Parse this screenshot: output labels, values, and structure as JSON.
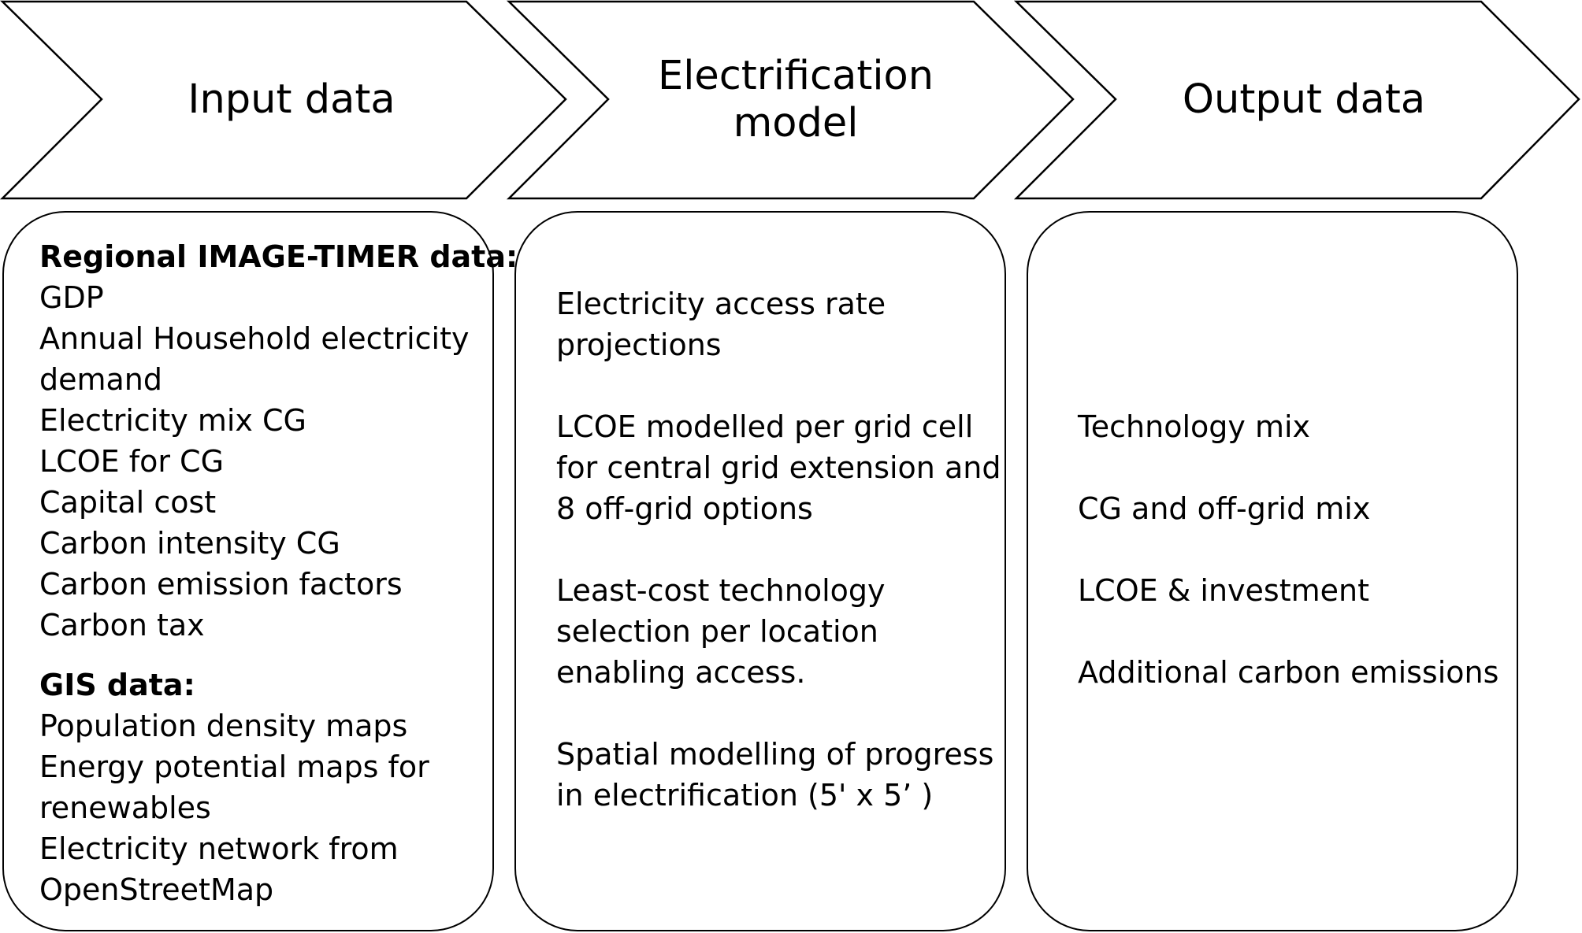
{
  "stages": [
    {
      "label": "Input data"
    },
    {
      "label": "Electrification\nmodel"
    },
    {
      "label": "Output data"
    }
  ],
  "input_box": {
    "regional_heading": "Regional IMAGE-TIMER data:",
    "regional_items": [
      "GDP",
      "Annual Household electricity",
      "demand",
      "Electricity mix CG",
      "LCOE for CG",
      "Capital cost",
      "Carbon intensity CG",
      "Carbon emission factors",
      "Carbon tax"
    ],
    "gis_heading": "GIS data:",
    "gis_items": [
      "Population density maps",
      "Energy potential maps for",
      "renewables",
      "Electricity network from",
      "OpenStreetMap"
    ]
  },
  "model_box": {
    "paragraphs": [
      [
        "Electricity access rate",
        "projections"
      ],
      [
        "LCOE modelled per grid cell",
        "for central grid extension and",
        "8 off-grid options"
      ],
      [
        "Least-cost technology",
        "selection per location",
        "enabling access."
      ],
      [
        "Spatial modelling of progress",
        "in electrification (5' x 5’ )"
      ]
    ]
  },
  "output_box": {
    "items": [
      "Technology mix",
      "CG and off-grid mix",
      "LCOE & investment",
      "Additional carbon emissions"
    ]
  }
}
